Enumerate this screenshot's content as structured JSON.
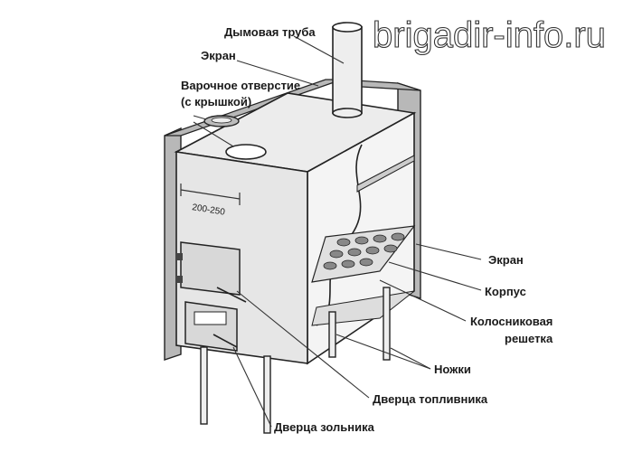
{
  "watermark": "brigadir-info.ru",
  "labels": {
    "chimney": "Дымовая труба",
    "screen_top": "Экран",
    "cooking_hole_line1": "Варочное отверстие",
    "cooking_hole_line2": "(с крышкой)",
    "dimension": "200-250",
    "screen_right": "Экран",
    "body": "Корпус",
    "grate_line1": "Колосниковая",
    "grate_line2": "решетка",
    "legs": "Ножки",
    "firebox_door": "Дверца топливника",
    "ash_door": "Дверца зольника"
  },
  "colors": {
    "screen": "#b8b8b8",
    "body": "#ececec",
    "line": "#222222"
  }
}
